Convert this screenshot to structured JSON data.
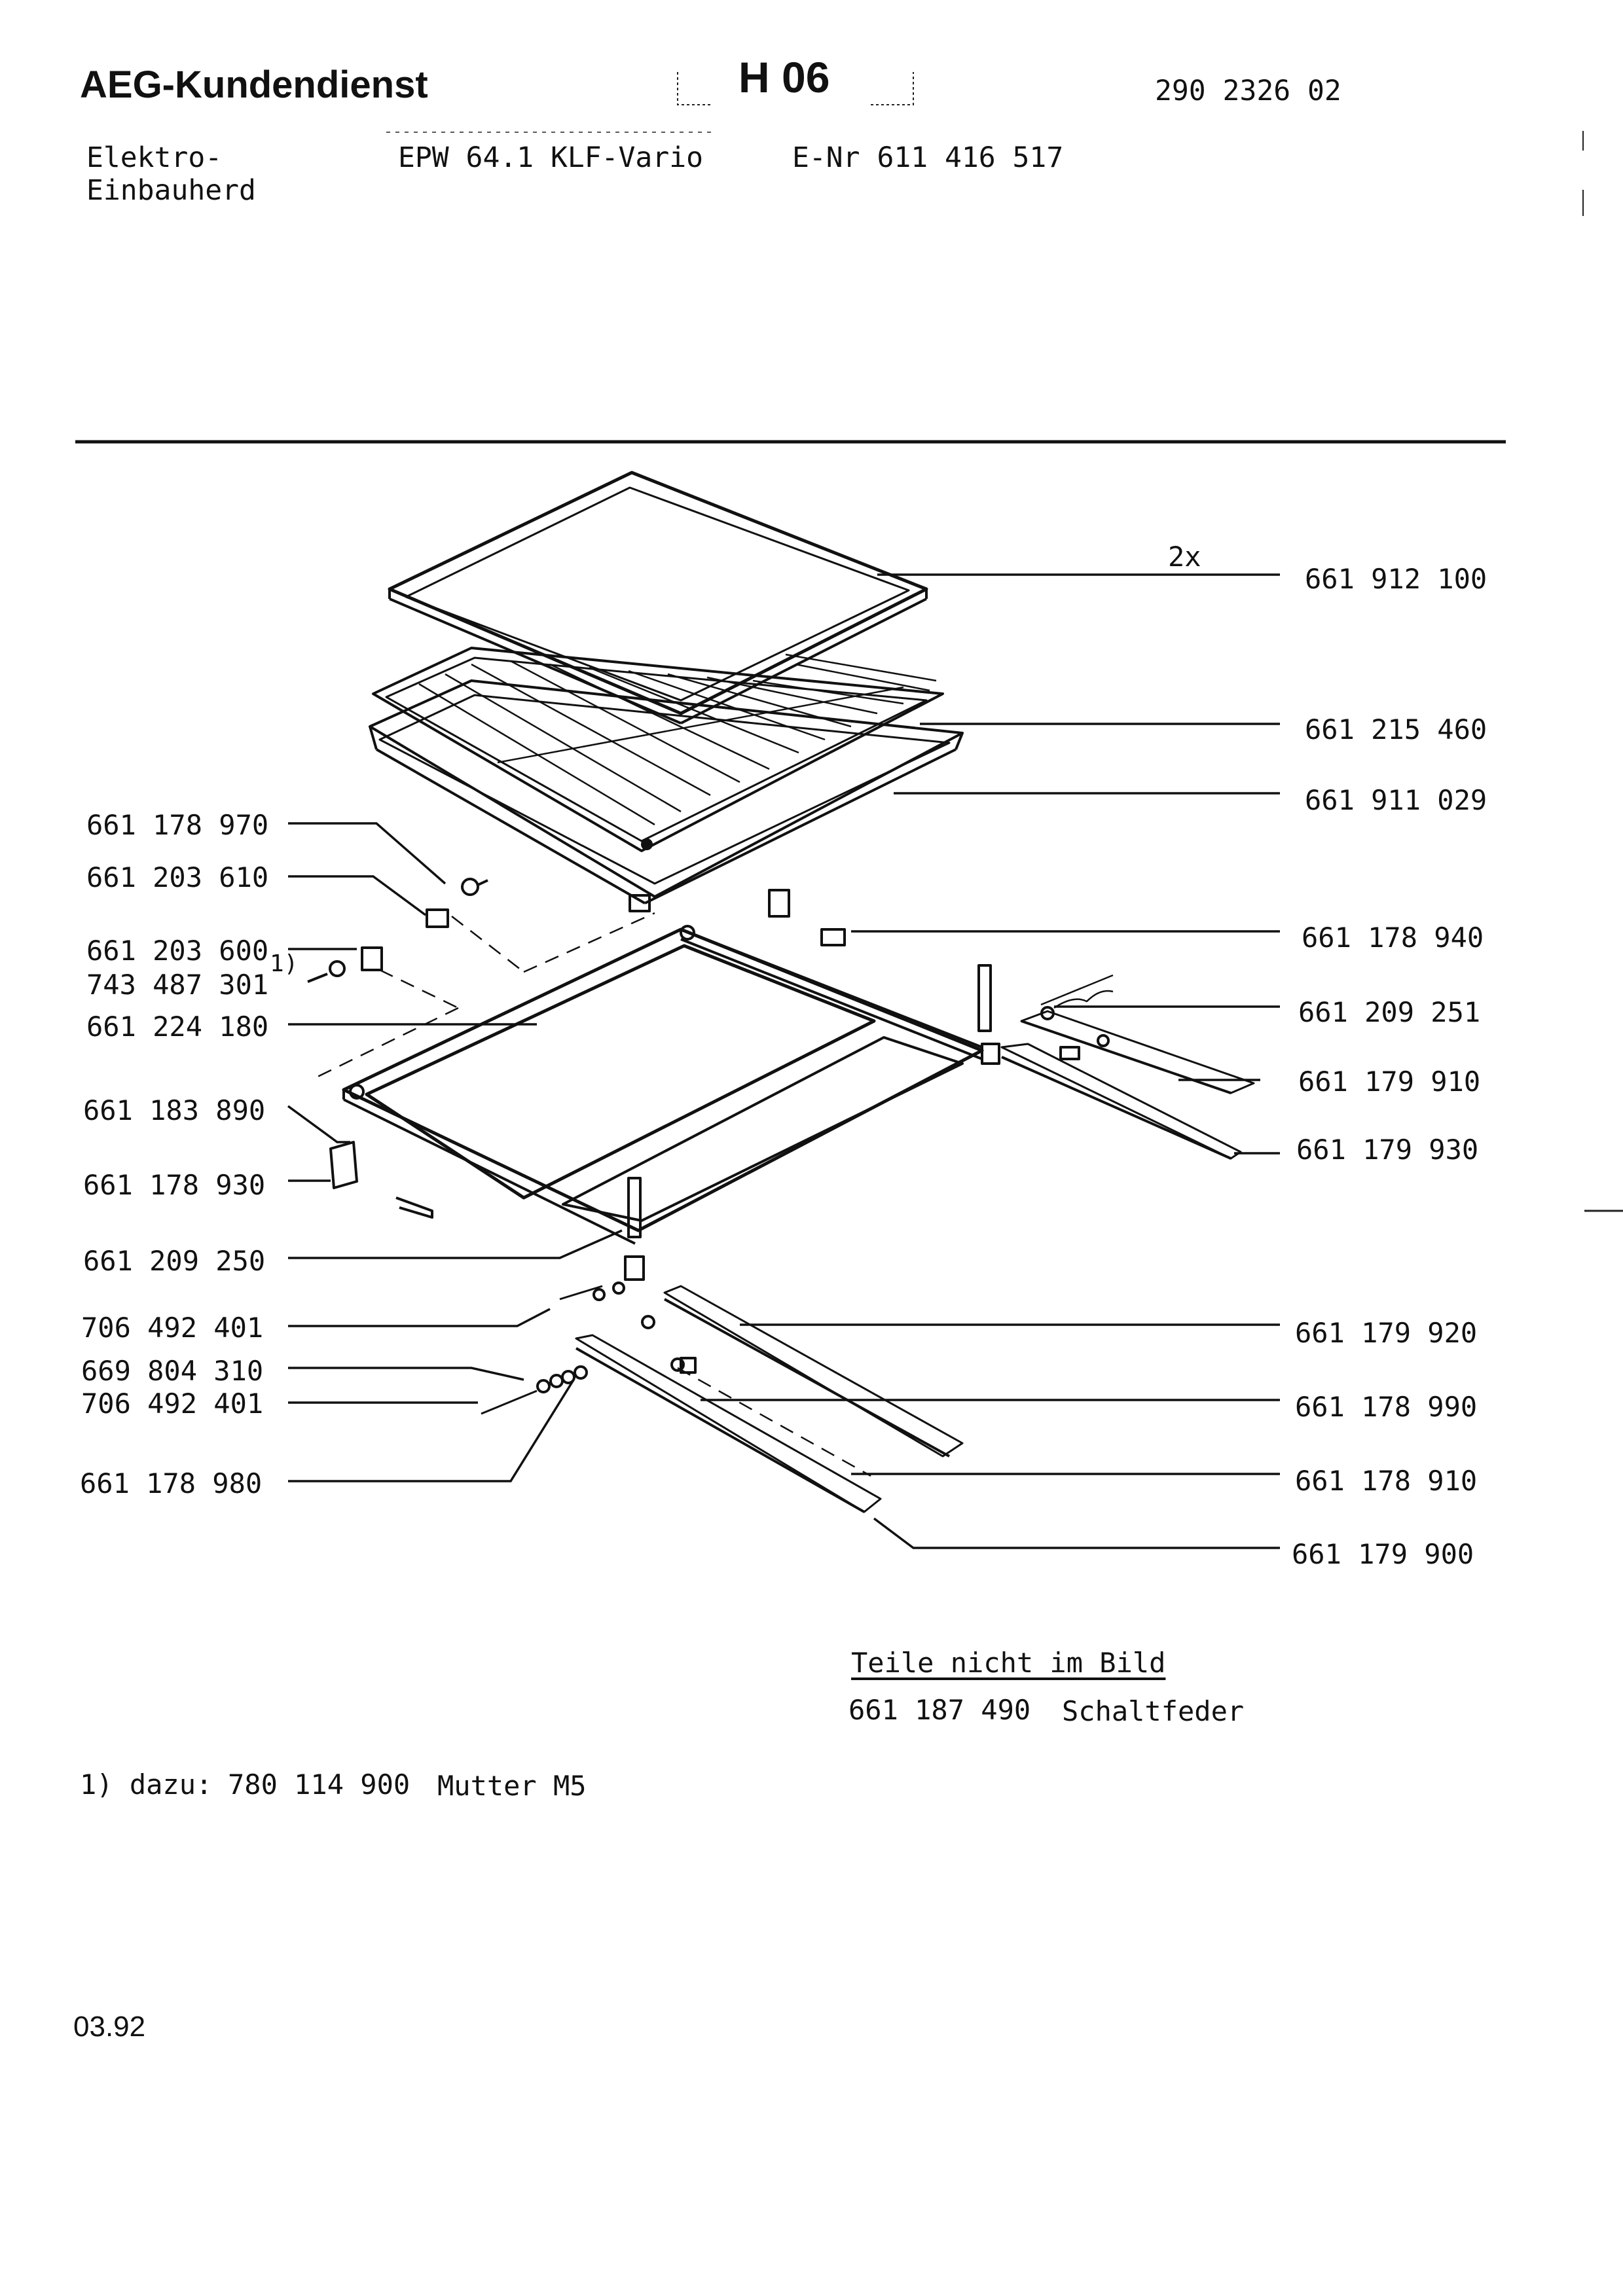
{
  "header": {
    "brand": "AEG-Kundendienst",
    "sheet_code": "H 06",
    "document_number": "290 2326 02"
  },
  "product": {
    "category_line1": "Elektro-",
    "category_line2": "Einbauherd",
    "model": "EPW 64.1 KLF-Vario",
    "e_number": "E-Nr 611 416 517"
  },
  "callouts_left": [
    "661 178 970",
    "661 203 610",
    "661 203 600",
    "743 487 301",
    "661 224 180",
    "661 183 890",
    "661 178 930",
    "661 209 250",
    "706 492 401",
    "669 804 310",
    "706 492 401",
    "661 178 980"
  ],
  "callouts_right": [
    "661 912 100",
    "661 215 460",
    "661 911 029",
    "661 178 940",
    "661 209 251",
    "661 179 910",
    "661 179 930",
    "661 179 920",
    "661 178 990",
    "661 178 910",
    "661 179 900"
  ],
  "quantity_note": "2x",
  "footnote_marker": "1)",
  "parts_not_shown": {
    "title": "Teile nicht im Bild",
    "part_number": "661 187 490",
    "part_name": "Schaltfeder"
  },
  "footnote": {
    "label": "1) dazu:",
    "part_number": "780 114 900",
    "part_name": "Mutter M5"
  },
  "date": "03.92"
}
